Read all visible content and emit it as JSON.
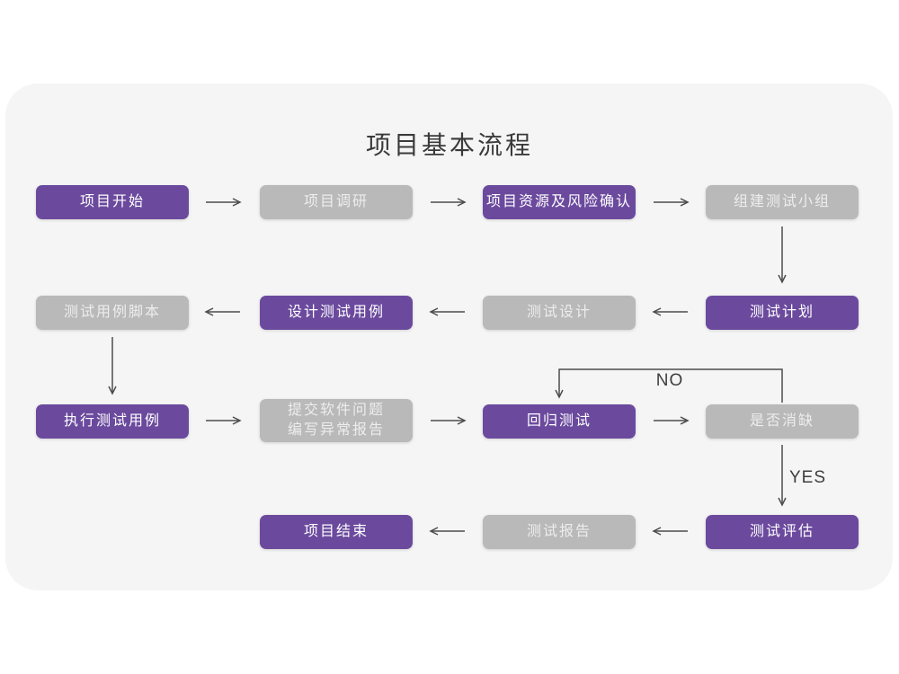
{
  "title": "项目基本流程",
  "labels": {
    "no": "NO",
    "yes": "YES"
  },
  "colors": {
    "page_bg": "#ffffff",
    "panel_bg": "#f5f5f5",
    "primary_purple": "#6b4a9e",
    "secondary_gray": "#b9b9b9",
    "node_text": "#ffffff",
    "arrow": "#4d4d4d",
    "title_text": "#3a3a3a",
    "label_text": "#3e3e3e"
  },
  "nodes": [
    {
      "id": "project-start",
      "label": "项目开始",
      "variant": "primary"
    },
    {
      "id": "project-research",
      "label": "项目调研",
      "variant": "secondary"
    },
    {
      "id": "resource-risk",
      "label": "项目资源及风险确认",
      "variant": "primary"
    },
    {
      "id": "build-test-team",
      "label": "组建测试小组",
      "variant": "secondary"
    },
    {
      "id": "test-plan",
      "label": "测试计划",
      "variant": "primary"
    },
    {
      "id": "test-design",
      "label": "测试设计",
      "variant": "secondary"
    },
    {
      "id": "design-test-case",
      "label": "设计测试用例",
      "variant": "primary"
    },
    {
      "id": "test-case-script",
      "label": "测试用例脚本",
      "variant": "secondary"
    },
    {
      "id": "execute-test-case",
      "label": "执行测试用例",
      "variant": "primary"
    },
    {
      "id": "submit-issue-report",
      "label": "提交软件问题\n编写异常报告",
      "variant": "secondary"
    },
    {
      "id": "regression-test",
      "label": "回归测试",
      "variant": "primary"
    },
    {
      "id": "defect-resolved",
      "label": "是否消缺",
      "variant": "secondary"
    },
    {
      "id": "test-evaluation",
      "label": "测试评估",
      "variant": "primary"
    },
    {
      "id": "test-report",
      "label": "测试报告",
      "variant": "secondary"
    },
    {
      "id": "project-end",
      "label": "项目结束",
      "variant": "primary"
    }
  ],
  "edges": [
    {
      "from": "project-start",
      "to": "project-research",
      "label": ""
    },
    {
      "from": "project-research",
      "to": "resource-risk",
      "label": ""
    },
    {
      "from": "resource-risk",
      "to": "build-test-team",
      "label": ""
    },
    {
      "from": "build-test-team",
      "to": "test-plan",
      "label": ""
    },
    {
      "from": "test-plan",
      "to": "test-design",
      "label": ""
    },
    {
      "from": "test-design",
      "to": "design-test-case",
      "label": ""
    },
    {
      "from": "design-test-case",
      "to": "test-case-script",
      "label": ""
    },
    {
      "from": "test-case-script",
      "to": "execute-test-case",
      "label": ""
    },
    {
      "from": "execute-test-case",
      "to": "submit-issue-report",
      "label": ""
    },
    {
      "from": "submit-issue-report",
      "to": "regression-test",
      "label": ""
    },
    {
      "from": "regression-test",
      "to": "defect-resolved",
      "label": ""
    },
    {
      "from": "defect-resolved",
      "to": "regression-test",
      "label": "NO"
    },
    {
      "from": "defect-resolved",
      "to": "test-evaluation",
      "label": "YES"
    },
    {
      "from": "test-evaluation",
      "to": "test-report",
      "label": ""
    },
    {
      "from": "test-report",
      "to": "project-end",
      "label": ""
    }
  ]
}
